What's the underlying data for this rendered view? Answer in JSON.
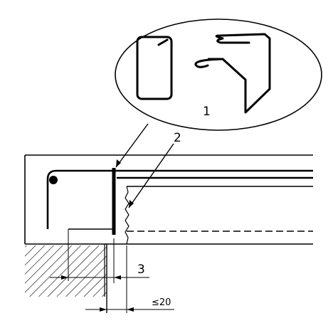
{
  "callouts": {
    "detail": "1",
    "pointer": "2",
    "dimension": "3"
  },
  "dimensions": {
    "max_gap": "≤20"
  },
  "colors": {
    "stroke": "#000000",
    "background": "#ffffff"
  }
}
